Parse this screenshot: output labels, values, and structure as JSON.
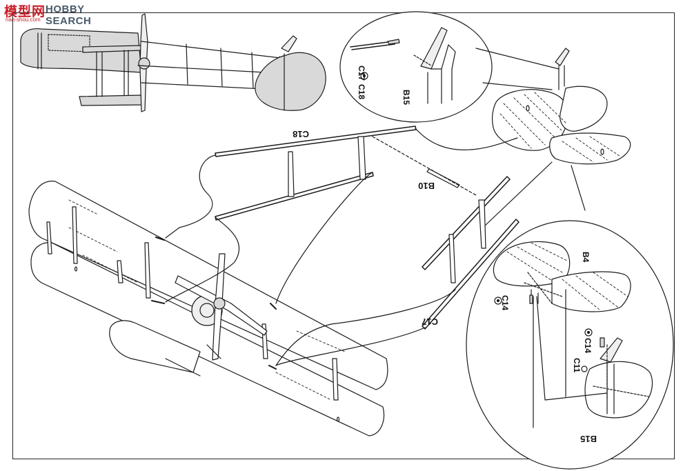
{
  "watermark": {
    "chinese": "模型网",
    "brand": "HOBBY SEARCH",
    "url": "nan-shou.com"
  },
  "labels": {
    "c18_main": "C18",
    "b10": "B10",
    "c17_main": "C17",
    "detail1_c17": "C17",
    "detail1_c18": "C18",
    "detail1_b15": "B15",
    "detail2_b4": "B4",
    "detail2_c14_left": "C14",
    "detail2_c14_right": "C14",
    "detail2_c11": "C11",
    "detail2_b15": "B15"
  },
  "colors": {
    "ink": "#1a1a1a",
    "fill_grey": "#d9d9d9",
    "paper": "#ffffff",
    "watermark_red": "#c8202a"
  },
  "icons": [
    "glue-symbol"
  ]
}
